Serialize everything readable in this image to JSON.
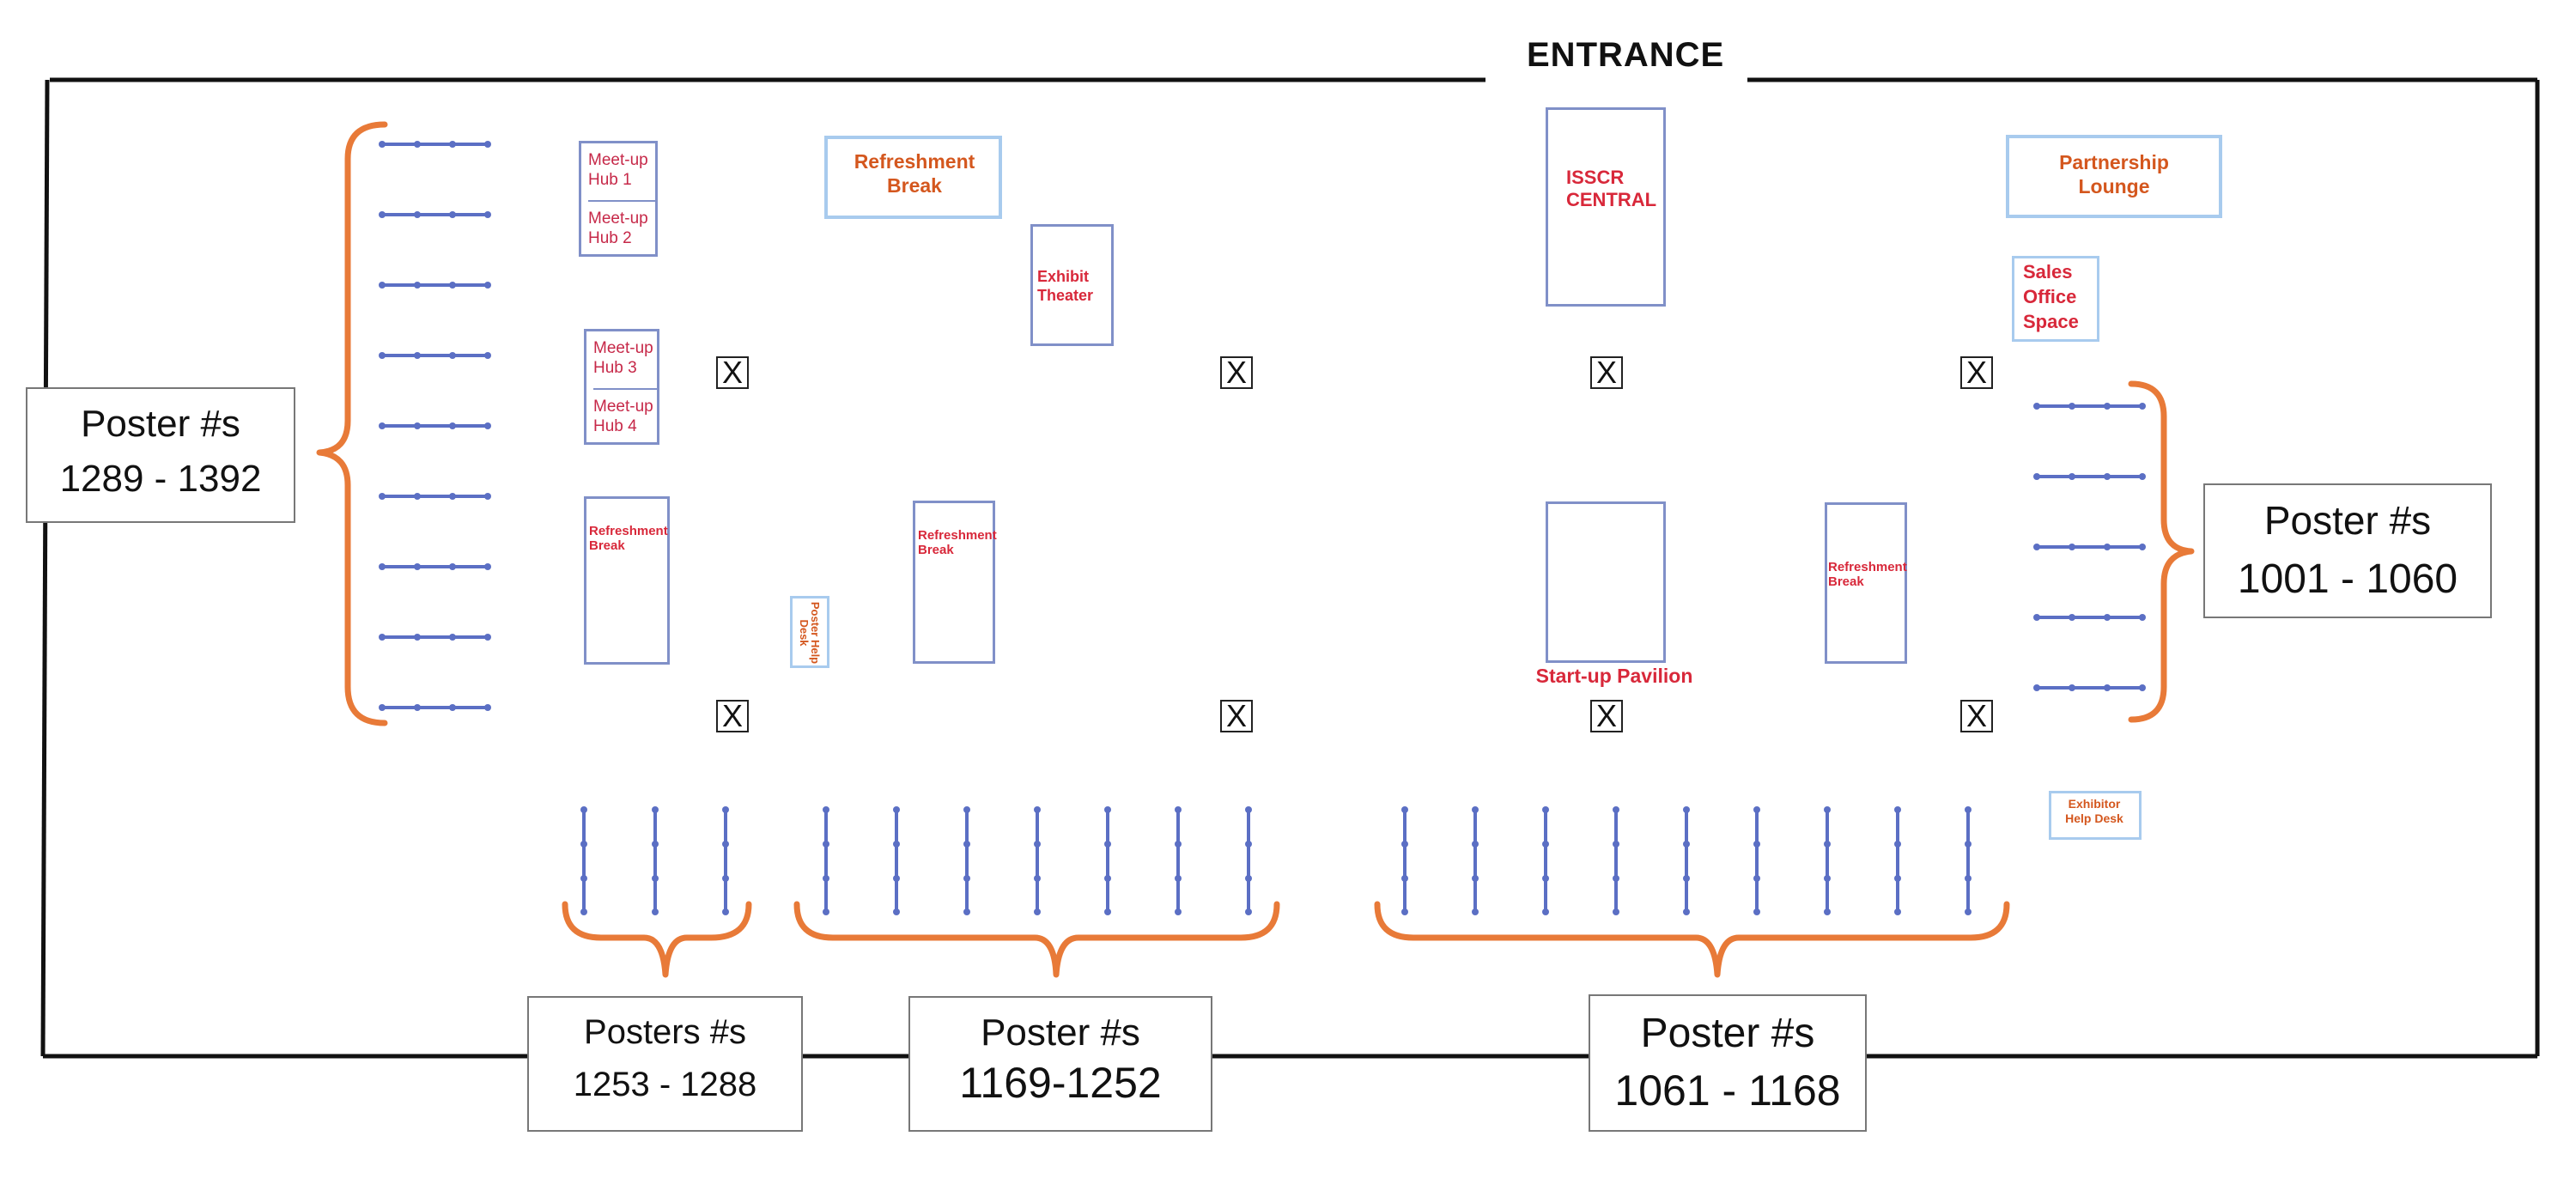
{
  "title": "ENTRANCE",
  "rooms": {
    "meetup_hub_1": "Meet-up Hub 1",
    "meetup_hub_2": "Meet-up Hub 2",
    "meetup_hub_3": "Meet-up Hub 3",
    "meetup_hub_4": "Meet-up Hub 4",
    "refreshment_break_top": "Refreshment Break",
    "exhibit_theater": "Exhibit Theater",
    "isscr_central": "ISSCR CENTRAL",
    "partnership_lounge": "Partnership Lounge",
    "sales_office_space": "Sales Office Space",
    "refreshment_break_left": "Refreshment Break",
    "refreshment_break_mid": "Refreshment Break",
    "refreshment_break_right": "Refreshment Break",
    "startup_pavilion": "Start-up Pavilion",
    "poster_help_desk": "Poster Help Desk",
    "exhibitor_help_desk": "Exhibitor Help Desk"
  },
  "markers": {
    "x_label": "X"
  },
  "poster_ranges": {
    "left": {
      "heading": "Poster #s",
      "range": "1289 - 1392"
    },
    "right": {
      "heading": "Poster #s",
      "range": "1001 - 1060"
    },
    "bottom_1": {
      "heading": "Posters #s",
      "range": "1253 - 1288"
    },
    "bottom_2": {
      "heading": "Poster #s",
      "range": "1169-1252"
    },
    "bottom_3": {
      "heading": "Poster #s",
      "range": "1061 - 1168"
    }
  },
  "colors": {
    "wall": "#111111",
    "poster_board": "#5b6fc4",
    "bracket": "#e87a38",
    "room_border": "#8090c8",
    "light_border": "#a8cbee",
    "label_red": "#d8283a",
    "label_orange": "#d4571e"
  }
}
